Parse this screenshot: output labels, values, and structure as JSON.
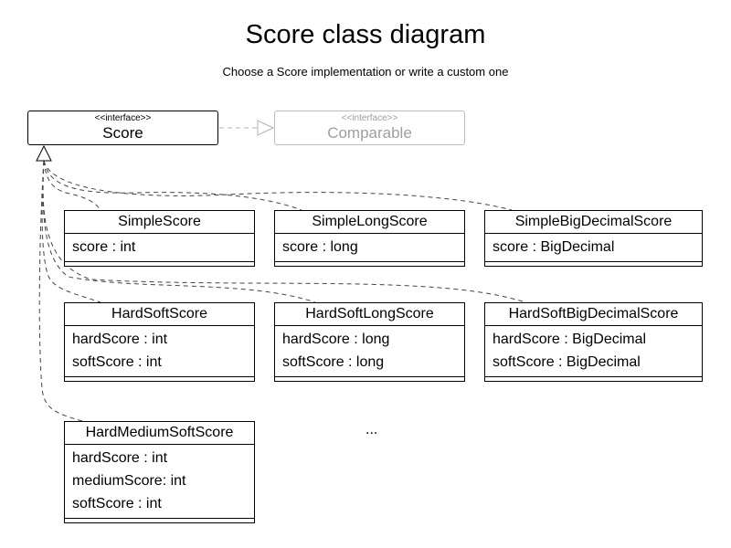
{
  "title": "Score class diagram",
  "subtitle": "Choose a Score implementation or write a custom one",
  "score_interface": {
    "stereotype": "<<interface>>",
    "name": "Score"
  },
  "comparable_interface": {
    "stereotype": "<<interface>>",
    "name": "Comparable"
  },
  "classes": [
    {
      "name": "SimpleScore",
      "attrs": [
        "score : int"
      ]
    },
    {
      "name": "SimpleLongScore",
      "attrs": [
        "score : long"
      ]
    },
    {
      "name": "SimpleBigDecimalScore",
      "attrs": [
        "score : BigDecimal"
      ]
    },
    {
      "name": "HardSoftScore",
      "attrs": [
        "hardScore : int",
        "softScore : int"
      ]
    },
    {
      "name": "HardSoftLongScore",
      "attrs": [
        "hardScore : long",
        "softScore : long"
      ]
    },
    {
      "name": "HardSoftBigDecimalScore",
      "attrs": [
        "hardScore : BigDecimal",
        "softScore : BigDecimal"
      ]
    },
    {
      "name": "HardMediumSoftScore",
      "attrs": [
        "hardScore : int",
        "mediumScore: int",
        "softScore : int"
      ]
    }
  ],
  "ellipsis": "...",
  "colors": {
    "line": "#000000",
    "muted": "#b0b0b0",
    "connector": "#444444"
  }
}
